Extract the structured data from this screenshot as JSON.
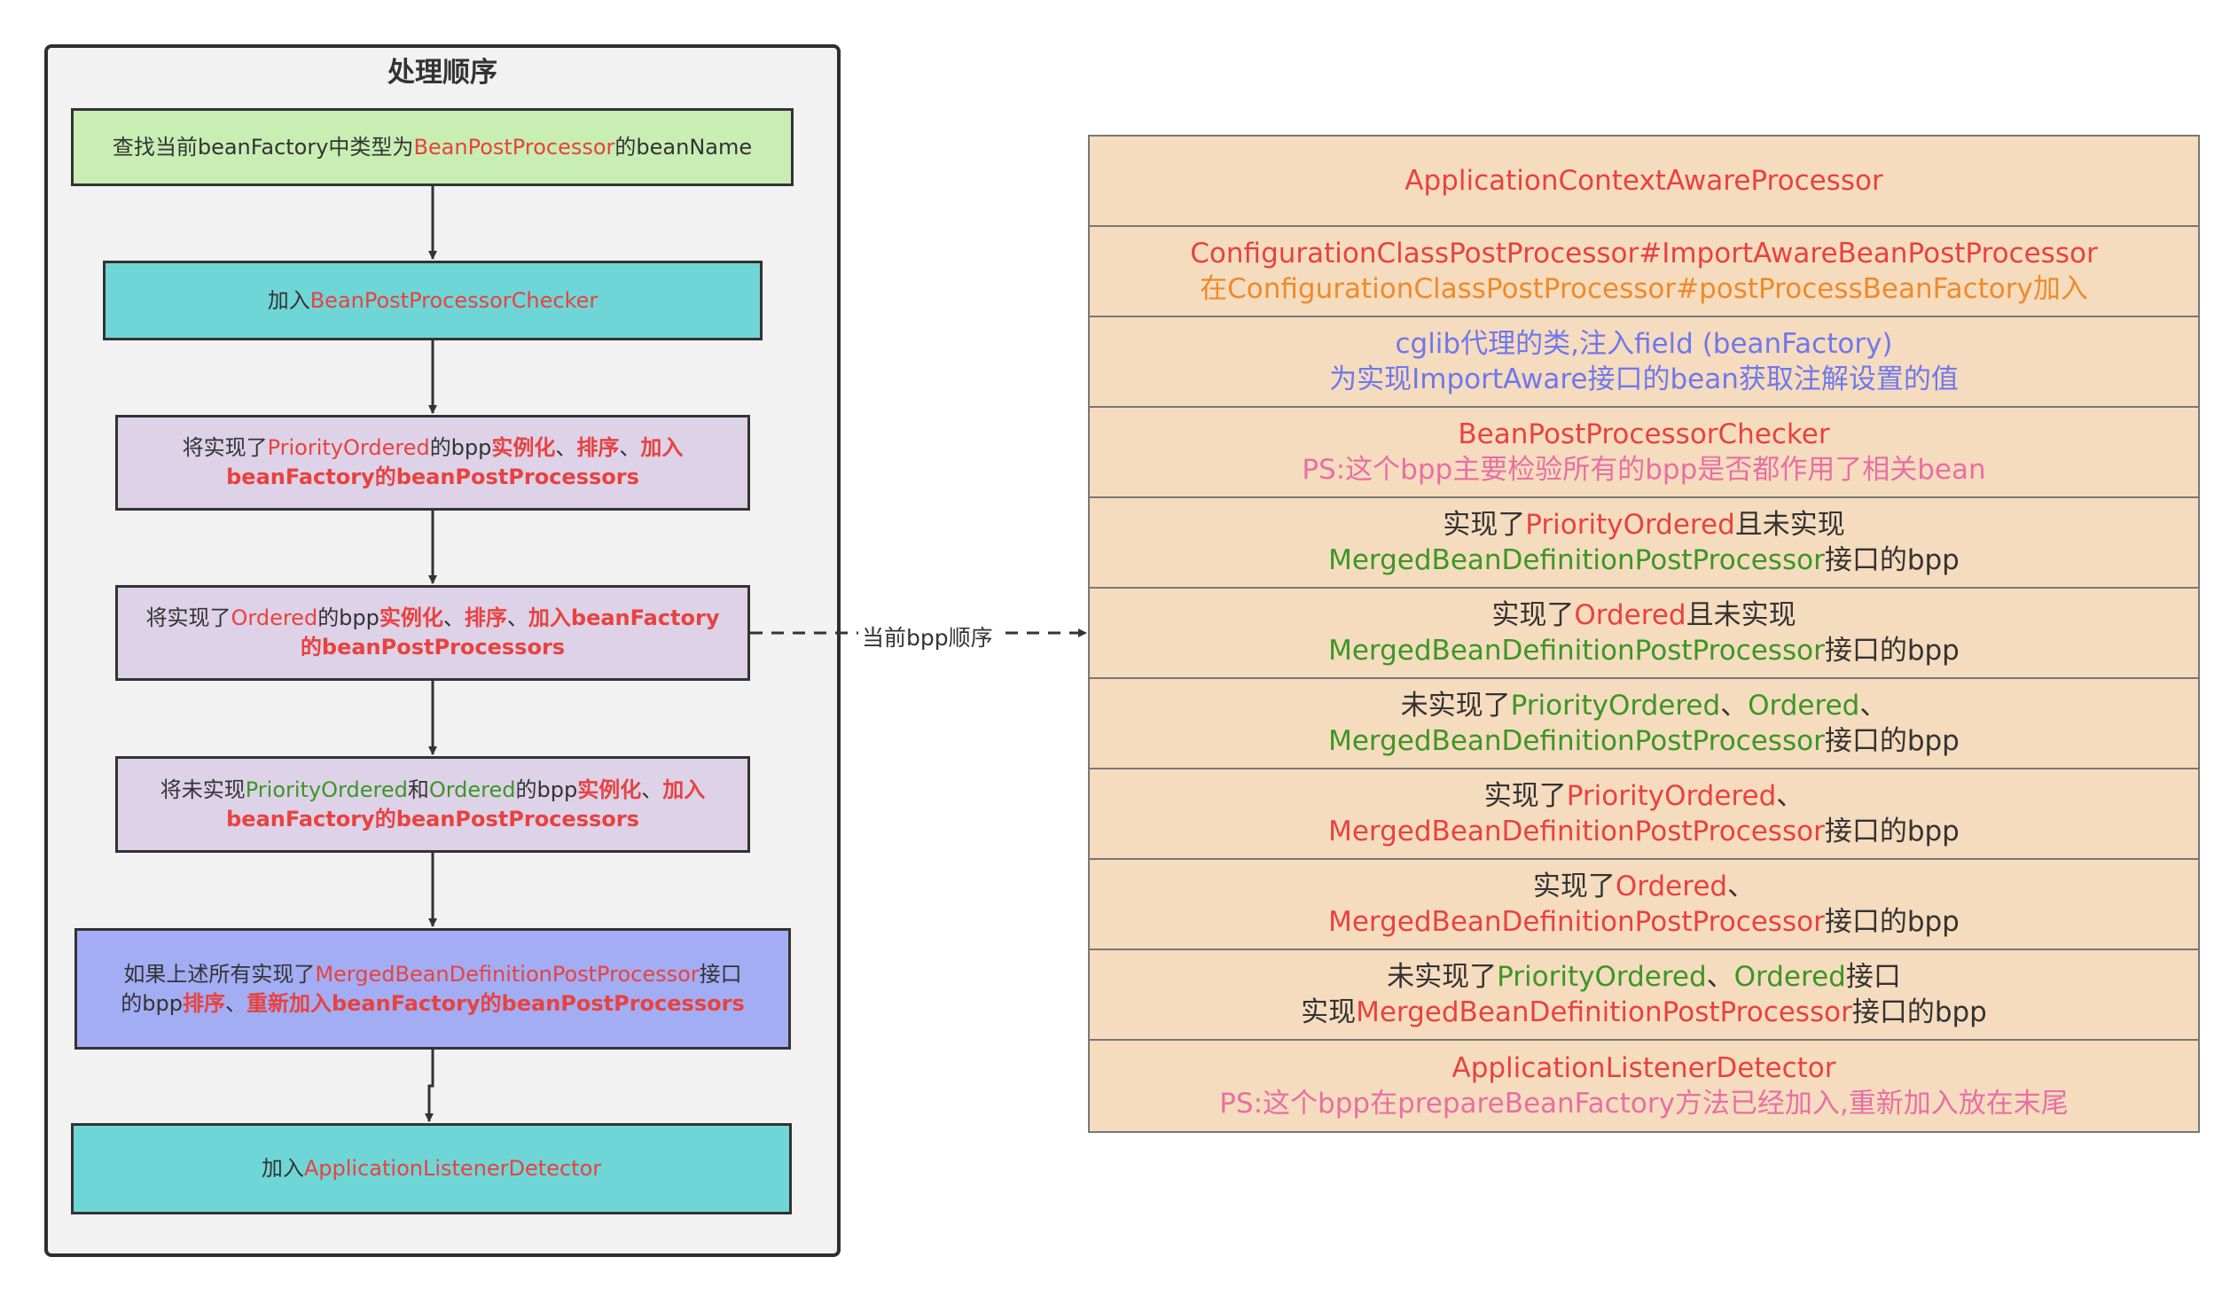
{
  "frame": {
    "title": "处理顺序"
  },
  "steps": {
    "s1": [
      "查找当前beanFactory中类型为",
      "BeanPostProcessor",
      "的beanName"
    ],
    "s2": [
      "加入",
      "BeanPostProcessorChecker"
    ],
    "s3": [
      "将实现了",
      "PriorityOrdered",
      "的bpp",
      "实例化",
      "、",
      "排序",
      "、",
      "加入",
      "beanFactory的beanPostProcessors"
    ],
    "s4": [
      "将实现了",
      "Ordered",
      "的bpp",
      "实例化",
      "、",
      "排序",
      "、",
      "加入beanFactory",
      "的beanPostProcessors"
    ],
    "s5": [
      "将未实现",
      "PriorityOrdered",
      "和",
      "Ordered",
      "的bpp",
      "实例化",
      "、",
      "加入",
      "beanFactory的beanPostProcessors"
    ],
    "s6": [
      "如果上述所有实现了",
      "MergedBeanDefinitionPostProcessor",
      "接口",
      "的bpp",
      "排序",
      "、",
      "重新加入beanFactory的beanPostProcessors"
    ],
    "s7": [
      "加入",
      "ApplicationListenerDetector"
    ]
  },
  "connector_label": "当前bpp顺序",
  "order": {
    "r1": [
      "ApplicationContextAwareProcessor"
    ],
    "r2": [
      "ConfigurationClassPostProcessor#ImportAwareBeanPostProcessor",
      "在ConfigurationClassPostProcessor#postProcessBeanFactory加入"
    ],
    "r3": [
      "cglib代理的类,注入field (beanFactory)",
      "为实现ImportAware接口的bean获取注解设置的值"
    ],
    "r4": [
      "BeanPostProcessorChecker",
      "PS:这个bpp主要检验所有的bpp是否都作用了相关bean"
    ],
    "r5": [
      "实现了",
      "PriorityOrdered",
      "且未实现",
      "MergedBeanDefinitionPostProcessor",
      "接口的bpp"
    ],
    "r6": [
      "实现了",
      "Ordered",
      "且未实现",
      "MergedBeanDefinitionPostProcessor",
      "接口的bpp"
    ],
    "r7": [
      "未实现了",
      "PriorityOrdered",
      "、",
      "Ordered",
      "、",
      "MergedBeanDefinitionPostProcessor",
      "接口的bpp"
    ],
    "r8": [
      "实现了",
      "PriorityOrdered",
      "、",
      "MergedBeanDefinitionPostProcessor",
      "接口的bpp"
    ],
    "r9": [
      "实现了",
      "Ordered",
      "、",
      "MergedBeanDefinitionPostProcessor",
      "接口的bpp"
    ],
    "r10": [
      "未实现了",
      "PriorityOrdered",
      "、",
      "Ordered",
      "接口",
      "实现",
      "MergedBeanDefinitionPostProcessor",
      "接口的bpp"
    ],
    "r11": [
      "ApplicationListenerDetector",
      "PS:这个bpp在prepareBeanFactory方法已经加入,重新加入放在末尾"
    ]
  },
  "colors": {
    "highlight_red": "#e8423f",
    "highlight_green": "#3c9625",
    "highlight_orange": "#ef8a2b",
    "highlight_purple": "#6f78ec",
    "highlight_pink": "#e86fa5",
    "box_green": "#c8eeb4",
    "box_cyan": "#6fd6d7",
    "box_lilac": "#ddd2e8",
    "box_blue": "#a3adf4",
    "row_fill": "#f6dcbe"
  }
}
